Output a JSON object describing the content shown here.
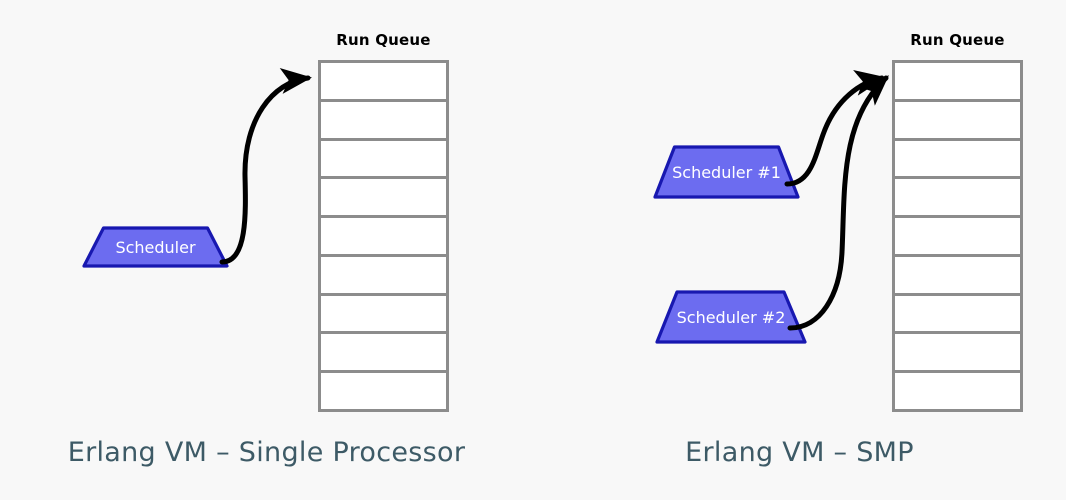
{
  "background_color": "#f8f8f8",
  "colors": {
    "scheduler_fill": "#6c6cf0",
    "scheduler_stroke": "#1818b0",
    "scheduler_text": "#ffffff",
    "queue_border": "#8c8c8c",
    "queue_fill": "#ffffff",
    "arrow": "#000000",
    "caption_text": "#3d5a66",
    "queue_label_text": "#000000"
  },
  "panels": [
    {
      "id": "single-processor",
      "caption": "Erlang VM – Single Processor",
      "queue": {
        "label": "Run Queue",
        "cell_count": 9
      },
      "schedulers": [
        {
          "id": "scheduler",
          "label": "Scheduler"
        }
      ],
      "arrows": [
        {
          "id": "arrow-scheduler-to-queue",
          "from": "scheduler",
          "to": "queue-cell-1"
        }
      ]
    },
    {
      "id": "smp",
      "caption": "Erlang VM – SMP",
      "queue": {
        "label": "Run Queue",
        "cell_count": 9
      },
      "schedulers": [
        {
          "id": "scheduler-1",
          "label": "Scheduler #1"
        },
        {
          "id": "scheduler-2",
          "label": "Scheduler #2"
        }
      ],
      "arrows": [
        {
          "id": "arrow-scheduler-1-to-queue",
          "from": "scheduler-1",
          "to": "queue-cell-1"
        },
        {
          "id": "arrow-scheduler-2-to-queue",
          "from": "scheduler-2",
          "to": "queue-cell-1"
        }
      ]
    }
  ]
}
